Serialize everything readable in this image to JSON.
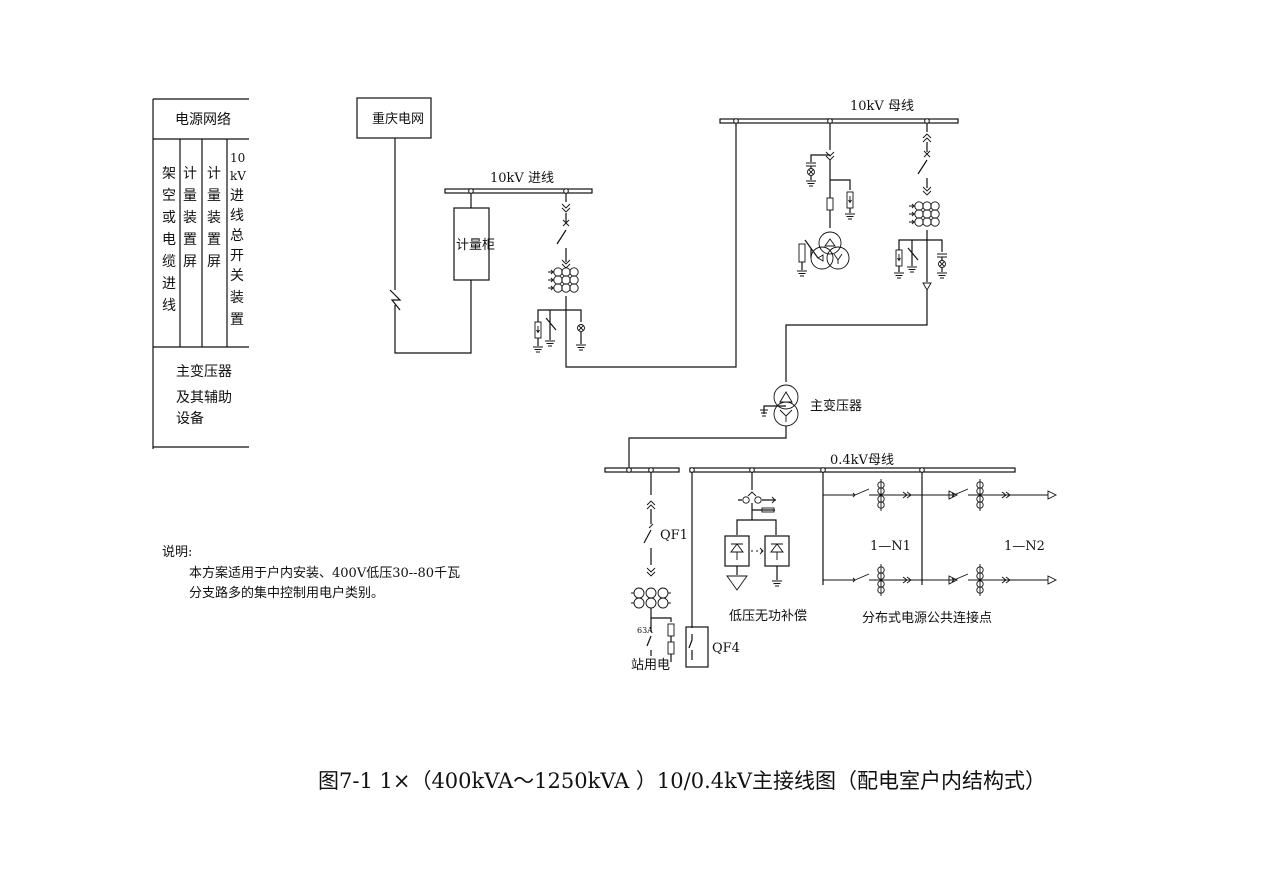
{
  "side_table": {
    "header": "电源网络",
    "columns": [
      "架空或电缆进线",
      "计量装置屏",
      "计量装置屏",
      "10kV进线总开关装置"
    ],
    "section2_line1": "主变压器",
    "section2_line2": "及其辅助",
    "section2_line3": "设备"
  },
  "labels": {
    "grid": "重庆电网",
    "incoming_bus": "10kV 进线",
    "metering_cabinet": "计量柜",
    "bus_10kv": "10kV 母线",
    "main_transformer": "主变压器",
    "bus_04kv": "0.4kV母线",
    "qf1": "QF1",
    "qf4": "QF4",
    "station_power": "站用电",
    "rating_63a": "63A",
    "reactive_comp": "低压无功补偿",
    "n1": "1—N1",
    "n2": "1—N2",
    "distributed_pcc": "分布式电源公共连接点"
  },
  "notes": {
    "title": "说明:",
    "line1": "本方案适用于户内安装、400V低压30--80千瓦",
    "line2": "分支路多的集中控制用电户类别。"
  },
  "caption": "图7-1   1×（400kVA～1250kVA ）10/0.4kV主接线图（配电室户内结构式）"
}
